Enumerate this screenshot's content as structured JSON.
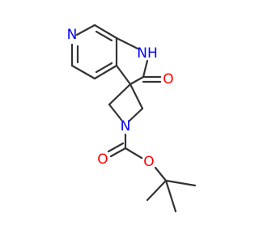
{
  "colors": {
    "bond": "#333333",
    "nitrogen": "#0000ff",
    "oxygen": "#ff0000"
  },
  "atoms": {
    "pyridine_n": {
      "text": "N",
      "element": "nitrogen"
    },
    "lactam_nh": {
      "text": "NH",
      "element": "nitrogen"
    },
    "carbonyl_o": {
      "text": "O",
      "element": "oxygen"
    },
    "azetidine_n": {
      "text": "N",
      "element": "nitrogen"
    },
    "carbamate_o": {
      "text": "O",
      "element": "oxygen"
    },
    "ester_o": {
      "text": "O",
      "element": "oxygen"
    }
  }
}
